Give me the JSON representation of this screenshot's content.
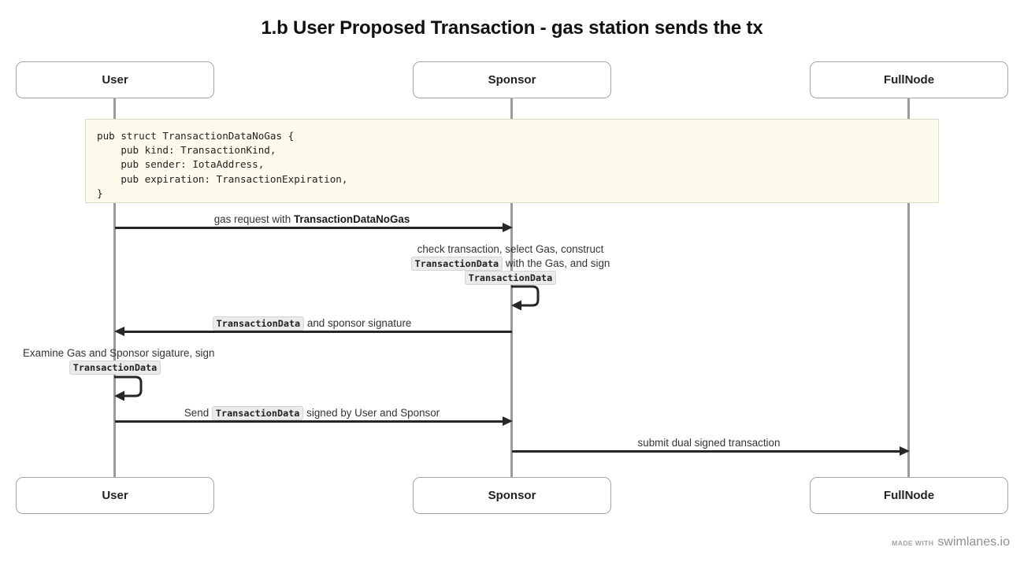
{
  "title": "1.b User Proposed Transaction - gas station sends the tx",
  "participants": [
    {
      "name": "User",
      "label": "User"
    },
    {
      "name": "Sponsor",
      "label": "Sponsor"
    },
    {
      "name": "FullNode",
      "label": "FullNode"
    }
  ],
  "note": {
    "code": "pub struct TransactionDataNoGas {\n    pub kind: TransactionKind,\n    pub sender: IotaAddress,\n    pub expiration: TransactionExpiration,\n}"
  },
  "messages": [
    {
      "id": "gas-request",
      "from": "User",
      "to": "Sponsor",
      "direction": "right",
      "label_plain": "gas request with ",
      "label_bold": "TransactionDataNoGas"
    },
    {
      "id": "sponsor-self-check",
      "from": "Sponsor",
      "to": "Sponsor",
      "direction": "self",
      "line1_a": "check transaction, select Gas, construct",
      "line2_code": "TransactionData",
      "line2_b": " with the Gas, and sign",
      "line3_code": "TransactionData"
    },
    {
      "id": "transaction-data-and-signature",
      "from": "Sponsor",
      "to": "User",
      "direction": "left",
      "label_code": "TransactionData",
      "label_plain": " and sponsor signature"
    },
    {
      "id": "user-self-examine",
      "from": "User",
      "to": "User",
      "direction": "self",
      "line1": "Examine Gas and Sponsor sigature, sign",
      "line2_code": "TransactionData"
    },
    {
      "id": "send-signed-transaction",
      "from": "User",
      "to": "Sponsor",
      "direction": "right",
      "label_pre": "Send ",
      "label_code": "TransactionData",
      "label_post": " signed by User and Sponsor"
    },
    {
      "id": "submit-dual-signed",
      "from": "Sponsor",
      "to": "FullNode",
      "direction": "right",
      "label_plain": "submit dual signed transaction"
    }
  ],
  "footer": {
    "made_with": "Made with",
    "brand": "swimlanes.io"
  },
  "colors": {
    "note_background": "#fdfcec",
    "note_border": "#dcdccb",
    "lifeline": "#9a9a9a",
    "arrow": "#262626",
    "box_border": "#a6a6a6",
    "code_chip_background": "#ebebeb"
  }
}
